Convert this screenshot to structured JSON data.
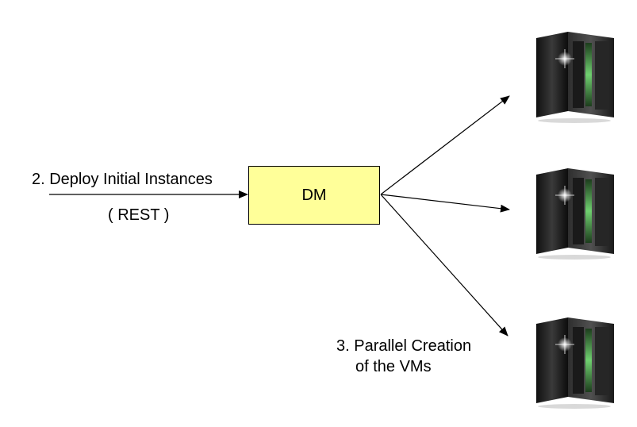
{
  "labels": {
    "deploy": "2. Deploy Initial Instances",
    "rest": "( REST )",
    "dm": "DM",
    "parallel_line1": "3. Parallel Creation",
    "parallel_line2": "of the VMs"
  },
  "colors": {
    "dm_fill": "#ffff99",
    "server_body": "#2a2a2a",
    "server_green": "#4caf50"
  },
  "icons": [
    "server-icon",
    "server-icon",
    "server-icon"
  ]
}
